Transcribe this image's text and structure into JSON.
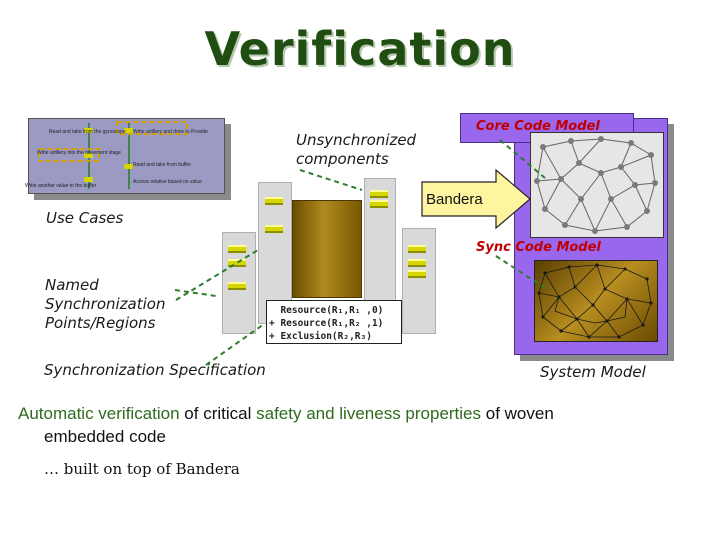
{
  "title": "Verification",
  "use_cases": {
    "label": "Use Cases",
    "lines": [
      "Read and take from the gyroscope",
      "Write artillery and drive to Provide",
      "Write artillery into the basement stage",
      "Read and take from buffer",
      "Write another value to the buffer",
      "Access relative based on value"
    ]
  },
  "unsync_label": "Unsynchronized components",
  "named_sync_label": "Named Synchronization Points/Regions",
  "sync_spec_label": "Synchronization Specification",
  "sync_spec_lines": [
    "  Resource(R₁,R₁ ,0)",
    "+ Resource(R₁,R₂ ,1)",
    "+ Exclusion(R₂,R₃)"
  ],
  "bandera_label": "Bandera",
  "core_code_model": "Core Code Model",
  "sync_code_model": "Sync Code Model",
  "system_model": "System Model",
  "bottom": {
    "p1": "Automatic verification",
    "p2": " of critical ",
    "p3": "safety and liveness properties",
    "p4": " of woven",
    "p5": "embedded code"
  },
  "note": "… built on top of Bandera",
  "colors": {
    "title": "#1f4d12",
    "purple": "#9966ee",
    "arrow_yellow": "#fff5a0",
    "marker_yellow": "#d6d600",
    "leader_green": "#2f7d2f",
    "model_label_red": "#c00000"
  }
}
